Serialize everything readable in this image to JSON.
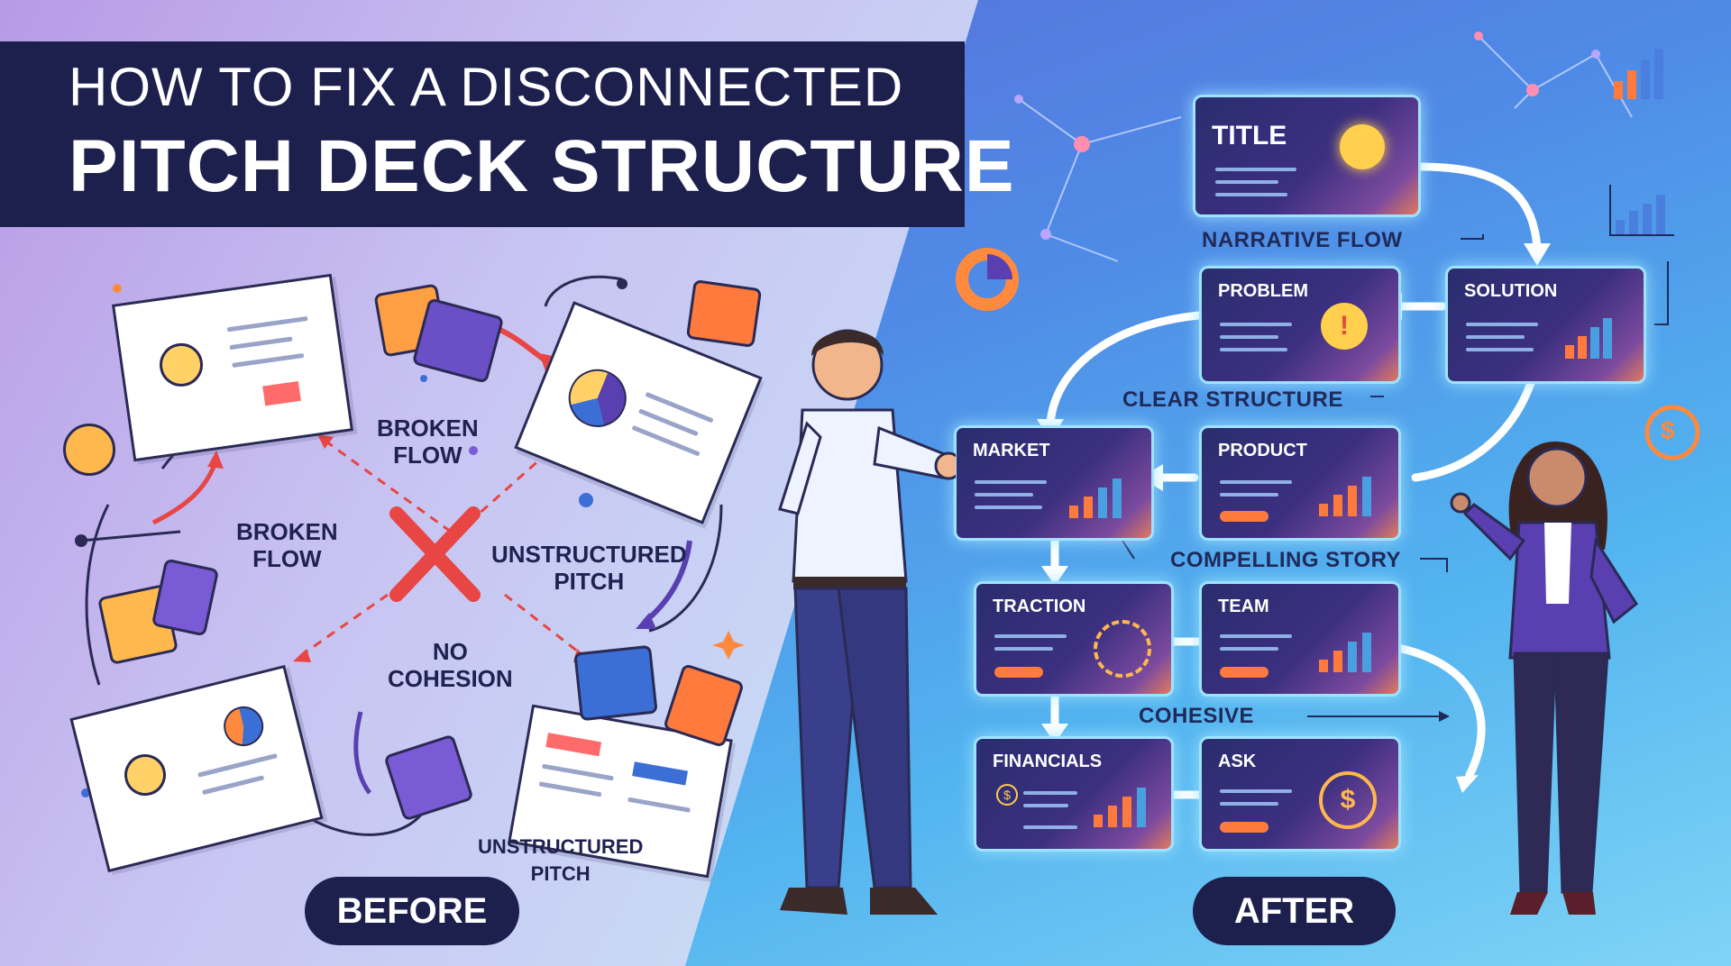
{
  "header": {
    "title_line1": "HOW TO FIX A DISCONNECTED",
    "title_line2": "PITCH DECK STRUCTURE"
  },
  "before": {
    "labels": {
      "broken_flow_1": "BROKEN\nFLOW",
      "broken_flow_2": "BROKEN\nFLOW",
      "unstructured_1": "UNSTRUCTURED\nPITCH",
      "no_cohesion": "NO\nCOHESION",
      "unstructured_2": "UNSTRUCTURED\nPITCH"
    },
    "badge": "BEFORE"
  },
  "after": {
    "cards": {
      "title": "TITLE",
      "problem": "PROBLEM",
      "solution": "SOLUTION",
      "market": "MARKET",
      "product": "PRODUCT",
      "traction": "TRACTION",
      "team": "TEAM",
      "financials": "FINANCIALS",
      "ask": "ASK"
    },
    "flow_labels": {
      "narrative": "NARRATIVE FLOW",
      "clear": "CLEAR STRUCTURE",
      "compelling": "COMPELLING STORY",
      "cohesive": "COHESIVE"
    },
    "badge": "AFTER"
  },
  "colors": {
    "banner": "#1d1f4d",
    "accent_orange": "#ff7a3d",
    "card_glow": "#9fe2ff",
    "broken_red": "#e84545"
  }
}
